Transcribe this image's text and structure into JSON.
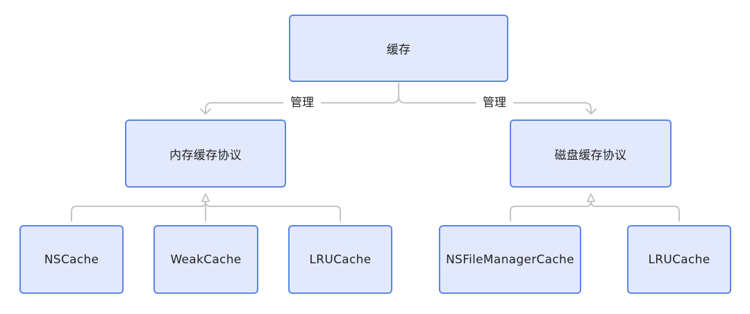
{
  "nodes": {
    "root": "缓存",
    "memory_protocol": "内存缓存协议",
    "disk_protocol": "磁盘缓存协议",
    "nscache": "NSCache",
    "weakcache": "WeakCache",
    "lrucache_memory": "LRUCache",
    "nsfilemanagercache": "NSFileManagerCache",
    "lrucache_disk": "LRUCache"
  },
  "edges": {
    "left_label": "管理",
    "right_label": "管理"
  },
  "colors": {
    "node_fill": "#e3e9fc",
    "node_border": "#5a85e8",
    "connector": "#c4c4c4",
    "text": "#222222"
  }
}
